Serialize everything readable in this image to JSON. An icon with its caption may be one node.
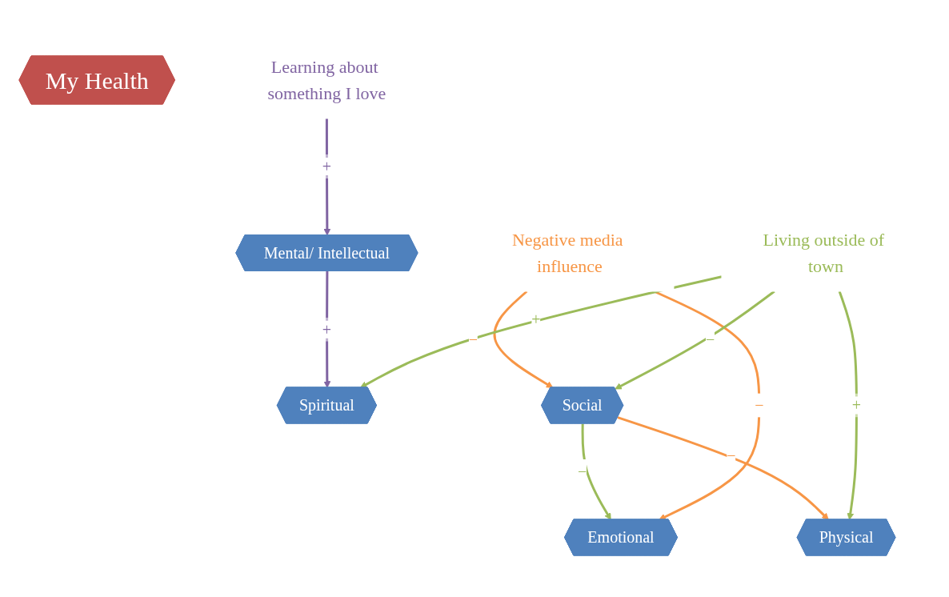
{
  "diagram": {
    "nodes": [
      {
        "text": [
          "My Health"
        ]
      },
      {
        "text": [
          "Physical"
        ]
      },
      {
        "text": [
          "Mental/ Intellectual"
        ]
      },
      {
        "text": [
          "Emotional"
        ]
      },
      {
        "text": [
          "Spiritual"
        ]
      },
      {
        "text": [
          "Social"
        ]
      },
      {
        "text": [
          "Learning about something I love"
        ]
      },
      {
        "text": [
          "Negative media influence"
        ]
      },
      {
        "text": [
          "Living outside of town"
        ]
      }
    ],
    "edges": [
      {
        "from": 6,
        "to": 2,
        "arrow": "to",
        "label": "+",
        "color": "#8064a2"
      },
      {
        "from": 2,
        "to": 4,
        "arrow": "to",
        "label": "+",
        "color": "#8064a2"
      },
      {
        "from": 5,
        "to": 1,
        "arrow": "to",
        "label": "−",
        "color": "#f79646"
      },
      {
        "from": 5,
        "to": 3,
        "arrow": "to",
        "label": "−",
        "color": "#9bbb59"
      },
      {
        "from": 7,
        "to": 3,
        "arrow": "to",
        "label": "−",
        "color": "#f79646"
      },
      {
        "from": 7,
        "to": 5,
        "arrow": "to",
        "label": "−",
        "color": "#f79646"
      },
      {
        "from": 8,
        "to": 5,
        "arrow": "to",
        "label": "−",
        "color": "#9bbb59"
      },
      {
        "from": 8,
        "to": 1,
        "arrow": "to",
        "label": "+",
        "color": "#9bbb59"
      },
      {
        "from": 8,
        "to": 4,
        "arrow": "to",
        "label": "+",
        "color": "#9bbb59"
      }
    ]
  }
}
